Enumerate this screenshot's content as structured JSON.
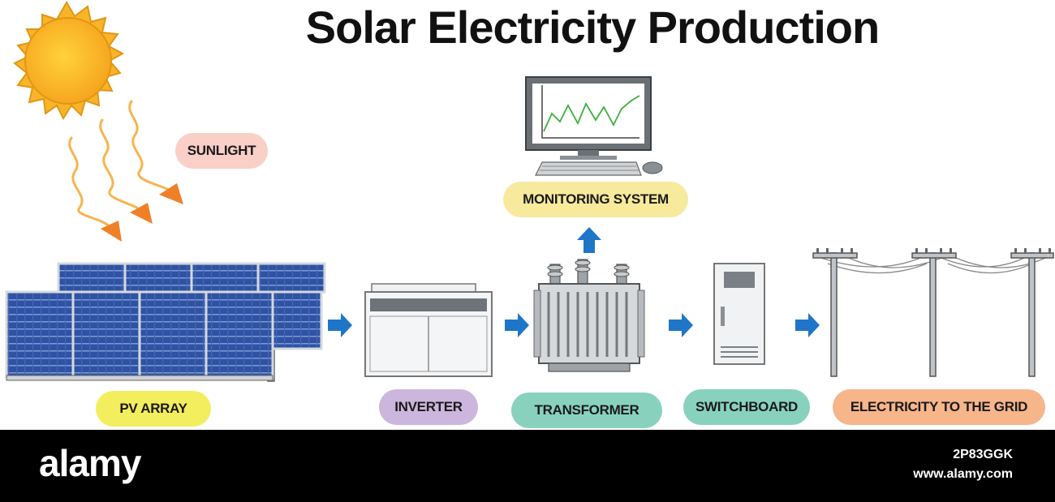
{
  "title": "Solar Electricity Production",
  "labels": {
    "sunlight": "SUNLIGHT",
    "pv_array": "PV ARRAY",
    "inverter": "INVERTER",
    "transformer": "TRANSFORMER",
    "switchboard": "SWITCHBOARD",
    "grid": "ELECTRICITY TO THE GRID",
    "monitoring": "MONITORING SYSTEM"
  },
  "colors": {
    "sunlight_pill": "#f9cfc8",
    "pv_pill": "#f3ee5e",
    "inverter_pill": "#cdb6dd",
    "transformer_pill": "#88d2bd",
    "switchboard_pill": "#88d2bd",
    "grid_pill": "#f7b58a",
    "monitoring_pill": "#f7ea9c",
    "flow_arrow": "#1f76c8",
    "panel": "#2d4f9e"
  },
  "icons": [
    "sun-icon",
    "sunlight-ray-icon",
    "solar-panel-icon",
    "inverter-icon",
    "transformer-icon",
    "switchboard-icon",
    "power-pole-icon",
    "monitor-icon",
    "keyboard-icon",
    "mouse-icon",
    "flow-arrow-icon"
  ],
  "footer": {
    "brand": "alamy",
    "image_id": "2P83GGK",
    "url": "www.alamy.com"
  }
}
